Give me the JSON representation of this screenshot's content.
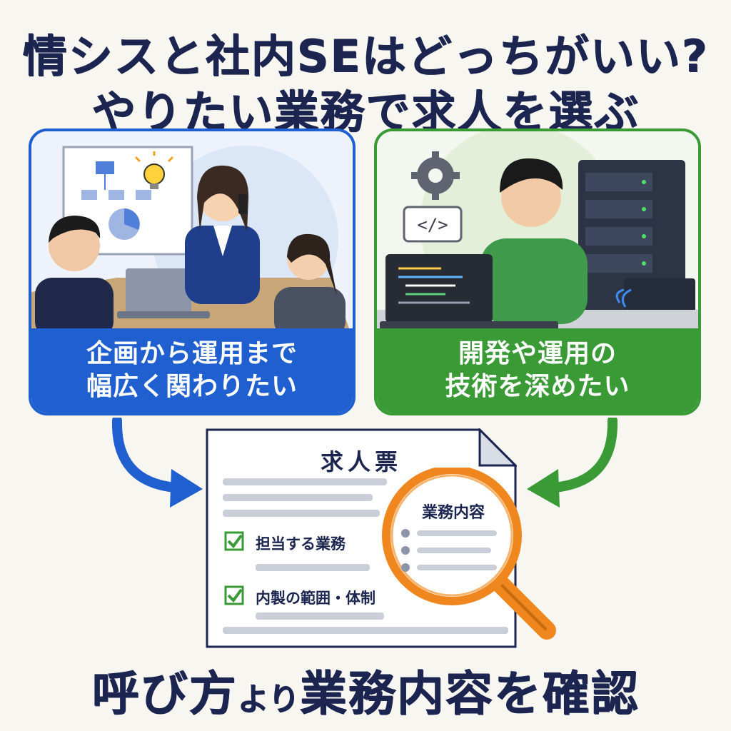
{
  "headline": {
    "line1": "情シスと社内SEはどっちがいい?",
    "line2": "やりたい業務で求人を選ぶ"
  },
  "left_card": {
    "line1": "企画から運用まで",
    "line2": "幅広く関わりたい"
  },
  "right_card": {
    "line1": "開発や運用の",
    "line2": "技術を深めたい"
  },
  "job_sheet": {
    "title": "求人票",
    "check1": "担当する業務",
    "check2": "内製の範囲・体制",
    "lens_title": "業務内容"
  },
  "footer": {
    "part1": "呼び方",
    "part2": "より",
    "part3": "業務内容を確認"
  },
  "code_icon": "</>",
  "colors": {
    "navy": "#1b2550",
    "blue": "#1f5fd0",
    "green": "#3a9a36",
    "orange": "#f0861e"
  }
}
